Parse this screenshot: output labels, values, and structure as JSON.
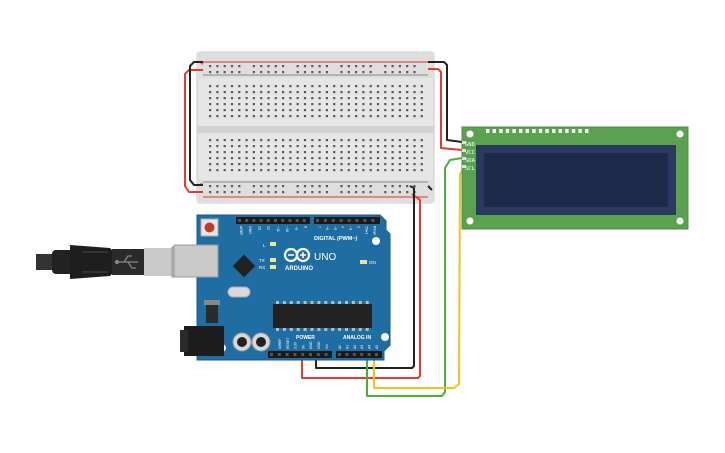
{
  "board": {
    "brand": "ARDUINO",
    "model": "UNO",
    "digital_label": "DIGITAL (PWM~)",
    "power_label": "POWER",
    "analog_label": "ANALOG IN",
    "on_label": "ON",
    "led_l_label": "L",
    "tx_label": "TX",
    "rx_label": "RX",
    "top_pins": [
      "AREF",
      "GND",
      "13",
      "12",
      "~11",
      "~10",
      "~9",
      "8",
      "7",
      "~6",
      "~5",
      "4",
      "~3",
      "2",
      "TX▸1",
      "RX◂0"
    ],
    "power_pins": [
      "IOREF",
      "RESET",
      "3.3V",
      "5V",
      "GND",
      "GND",
      "Vin"
    ],
    "analog_pins": [
      "A0",
      "A1",
      "A2",
      "A3",
      "A4",
      "A5"
    ]
  },
  "lcd": {
    "pin_labels": [
      "GND",
      "VCC",
      "SDA",
      "SCL"
    ]
  },
  "breadboard": {
    "rail_plus": "+",
    "rail_minus": "-"
  },
  "colors": {
    "board": "#1f6ea3",
    "lcd_pcb": "#5aa24f",
    "lcd_screen": "#1e2a4a",
    "wire_red": "#e53a2f",
    "wire_black": "#222222",
    "wire_green": "#4caf3a",
    "wire_yellow": "#f2c21c"
  },
  "usb": {
    "icon": "usb-cable-icon"
  }
}
